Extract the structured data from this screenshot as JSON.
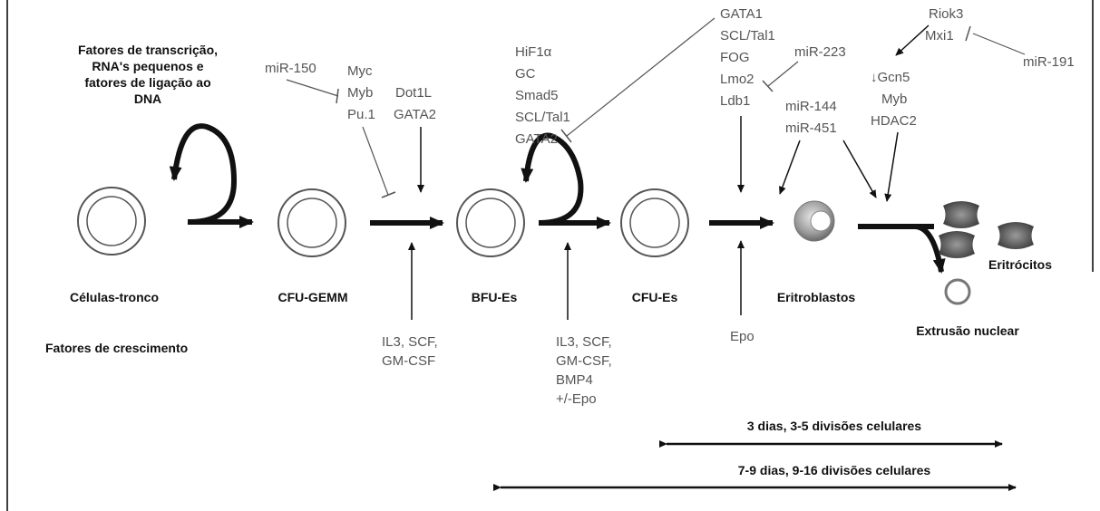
{
  "heading": {
    "line1": "Fatores de transcrição,",
    "line2": "RNA's pequenos e",
    "line3": "fatores de ligação ao",
    "line4": "DNA"
  },
  "growth_factors_label": "Fatores de crescimento",
  "stages": {
    "stem": "Células-tronco",
    "cfu_gemm": "CFU-GEMM",
    "bfu_es": "BFU-Es",
    "cfu_es": "CFU-Es",
    "erythroblasts": "Eritroblastos",
    "erythrocytes": "Eritrócitos",
    "nuclear_extrusion": "Extrusão nuclear"
  },
  "regulators": {
    "mir150": "miR-150",
    "myc_group": [
      "Myc",
      "Myb",
      "Pu.1"
    ],
    "dot1l_group": [
      "Dot1L",
      "GATA2"
    ],
    "hif_group": [
      "HiF1α",
      "GC",
      "Smad5",
      "SCL/Tal1",
      "GATA2"
    ],
    "gata1_group": [
      "GATA1",
      "SCL/Tal1",
      "FOG",
      "Lmo2",
      "Ldb1"
    ],
    "mir223": "miR-223",
    "mir144_group": [
      "miR-144",
      "miR-451"
    ],
    "riok_group": [
      "Riok3",
      "Mxi1"
    ],
    "mir191": "miR-191",
    "gcn5_group": [
      "↓Gcn5",
      "Myb",
      "HDAC2"
    ]
  },
  "growth_factors": {
    "gemm": [
      "IL3, SCF,",
      "GM-CSF"
    ],
    "bfu": [
      "IL3, SCF,",
      "GM-CSF,",
      "BMP4",
      "+/-Epo"
    ],
    "cfu": [
      "Epo"
    ]
  },
  "durations": {
    "short": "3 dias, 3-5 divisões celulares",
    "long": "7-9 dias, 9-16 divisões celulares"
  },
  "colors": {
    "arrow": "#111111",
    "label_gray": "#555555",
    "cell_outline": "#555555"
  }
}
